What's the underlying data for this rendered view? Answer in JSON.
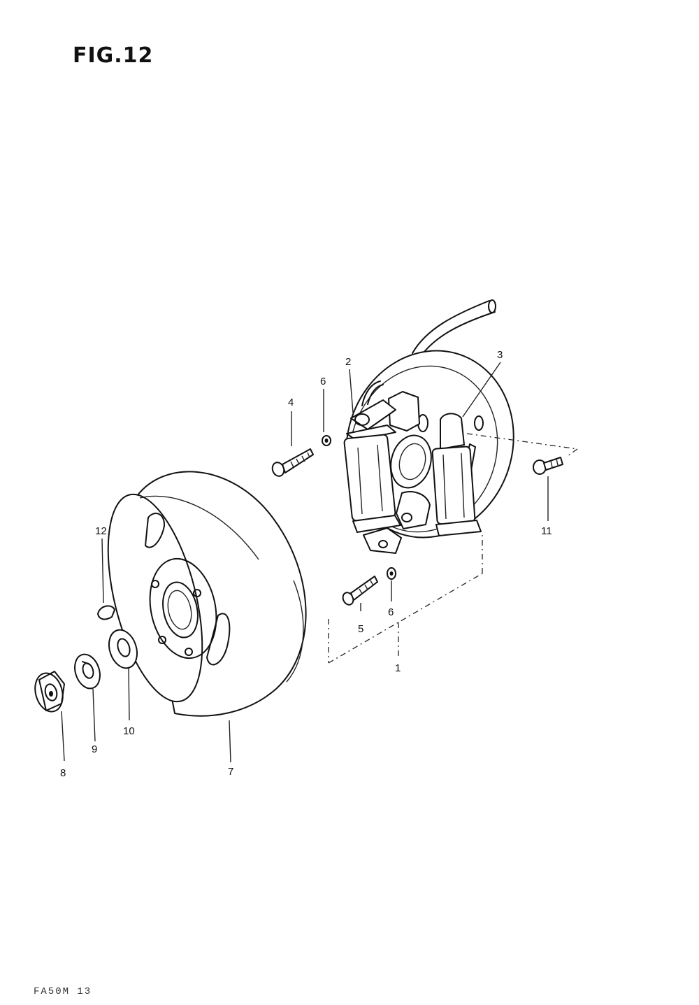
{
  "figure": {
    "title": "FIG.12"
  },
  "footer": {
    "code": "FA50M 13"
  },
  "callouts": [
    {
      "id": "c1",
      "label": "1"
    },
    {
      "id": "c2",
      "label": "2"
    },
    {
      "id": "c3",
      "label": "3"
    },
    {
      "id": "c4",
      "label": "4"
    },
    {
      "id": "c5",
      "label": "5"
    },
    {
      "id": "c6a",
      "label": "6"
    },
    {
      "id": "c6b",
      "label": "6"
    },
    {
      "id": "c7",
      "label": "7"
    },
    {
      "id": "c8",
      "label": "8"
    },
    {
      "id": "c9",
      "label": "9"
    },
    {
      "id": "c10",
      "label": "10"
    },
    {
      "id": "c11",
      "label": "11"
    },
    {
      "id": "c12",
      "label": "12"
    }
  ]
}
